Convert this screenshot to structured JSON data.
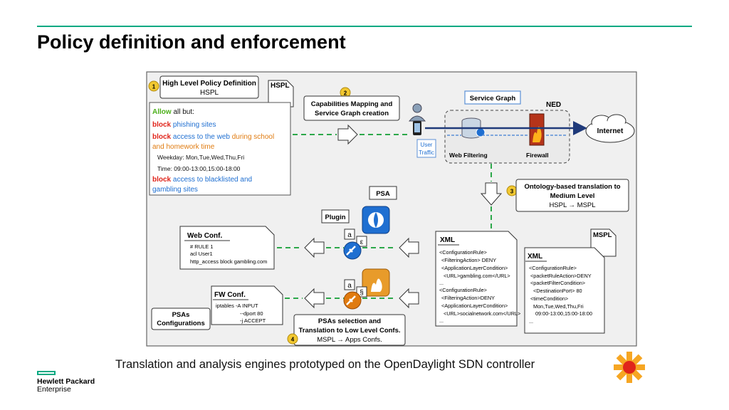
{
  "slide": {
    "title": "Policy definition and enforcement",
    "caption": "Translation and analysis engines prototyped on the OpenDaylight SDN controller"
  },
  "logo": {
    "line1": "Hewlett Packard",
    "line2": "Enterprise"
  },
  "colors": {
    "accent": "#01a982",
    "dashed_link": "#2ca84a",
    "flow_arrow": "#1f3a7a",
    "light_arrow": "#5b8fd6",
    "block": "#e0251b",
    "allow": "#4caf1a",
    "blue_text": "#1f6fd1",
    "orange_text": "#e07b10"
  },
  "diagram": {
    "step1": {
      "num": "1",
      "title": "High Level Policy Definition",
      "sub": "HSPL"
    },
    "hspl_doc": "HSPL",
    "policy": {
      "allow": "Allow",
      "all_but": " all but:",
      "block": "block",
      "phishing": " phishing sites",
      "access_web": " access to the web",
      "during_school": " during school",
      "homework": "and homework time",
      "weekday": "Weekday: Mon,Tue,Wed,Thu,Fri",
      "time": "Time: 09:00-13:00,15:00-18:00",
      "access_blacklisted": " access to blacklisted and",
      "gambling": "gambling sites"
    },
    "step2": {
      "num": "2",
      "line1": "Capabilities Mapping and",
      "line2": "Service Graph creation"
    },
    "service_graph": "Service Graph",
    "ned": "NED",
    "internet": "Internet",
    "user_traffic": {
      "line1": "User",
      "line2": "Traffic"
    },
    "web_filtering": "Web Filtering",
    "firewall": "Firewall",
    "step3": {
      "num": "3",
      "line1": "Ontology-based translation to",
      "line2": "Medium Level",
      "line3": "HSPL → MSPL"
    },
    "psa": "PSA",
    "plugin": "Plugin",
    "web_conf": {
      "title": "Web Conf.",
      "lines": [
        "# RULE 1",
        "acl User1",
        "http_access block gambling.com"
      ]
    },
    "fw_conf": {
      "title": "FW Conf.",
      "lines": [
        "iptables -A INPUT",
        "--dport 80",
        "-j ACCEPT"
      ]
    },
    "psas_conf": {
      "line1": "PSAs",
      "line2": "Configurations"
    },
    "step4": {
      "num": "4",
      "line1": "PSAs selection and",
      "line2": "Translation to Low Level Confs.",
      "line3": "MSPL → Apps Confs."
    },
    "xml_left": {
      "title": "XML",
      "lines": [
        "<ConfigurationRule>",
        "<FilteringAction> DENY",
        "<ApplicationLayerCondition>",
        "<URL>gambling.com</URL>",
        "...",
        "<ConfigurationRule>",
        "<FilteringAction>DENY",
        "<ApplicationLayerCondition>",
        "<URL>socialnetwork.com</URL>",
        "..."
      ]
    },
    "xml_right": {
      "title": "XML",
      "lines": [
        "<ConfigurationRule>",
        "<packetRuleAction>DENY",
        "<packetFilterCondition>",
        "<DestinationPort> 80",
        "<timeCondition>",
        "Mon,Tue,Wed,Thu,Fri",
        "09:00-13:00,15:00-18:00",
        "..."
      ]
    },
    "mspl_doc": "MSPL",
    "a_glyph": "a",
    "e_glyph": "ε",
    "s_glyph": "§"
  }
}
